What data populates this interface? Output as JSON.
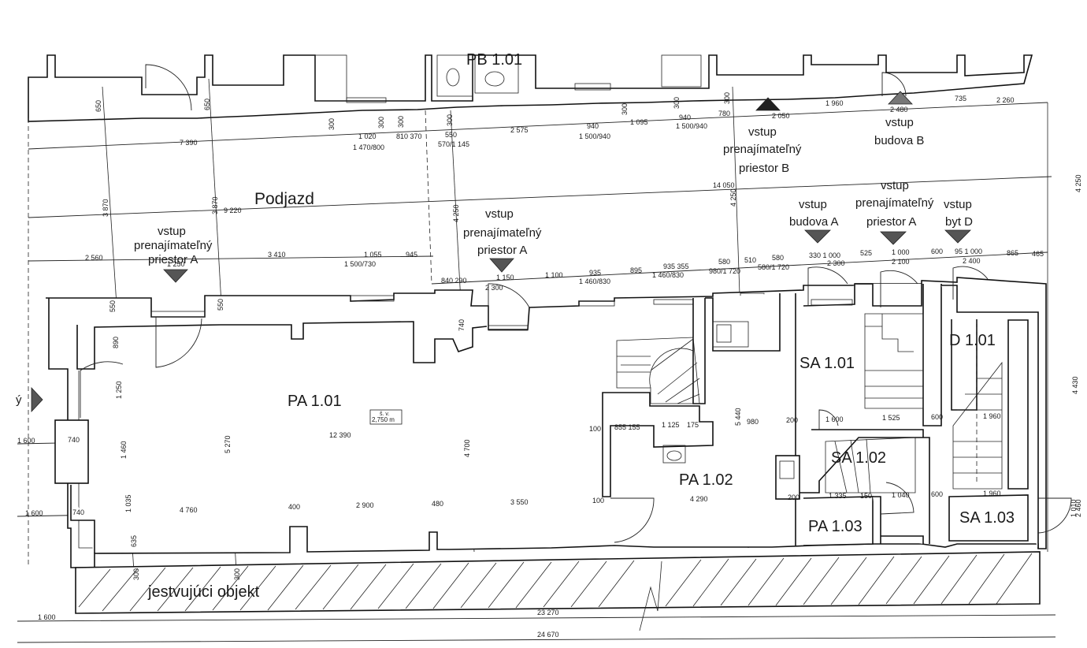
{
  "rooms": {
    "pa101": "PA 1.01",
    "pa102": "PA 1.02",
    "pa103": "PA 1.03",
    "sa101": "SA 1.01",
    "sa102": "SA 1.02",
    "sa103": "SA 1.03",
    "d101": "D 1.01",
    "pb101": "PB 1.01",
    "podjazd": "Podjazd",
    "existing": "jestvujúci objekt"
  },
  "entrances": {
    "vstup": "vstup",
    "prenaj_a": "prenajímateľný",
    "priestor_a": "priestor A",
    "prenaj_b": "prenajímateľný",
    "priestor_b": "priestor B",
    "budova_a": "budova A",
    "budova_b": "budova B",
    "byt_d": "byt D",
    "left_edge": "ý"
  },
  "level_note": {
    "sv": "š. v.",
    "value": "2,750 m"
  },
  "dims": {
    "d7390": "7 390",
    "d1020": "1 020",
    "d1470_800": "1 470/800",
    "d810_370": "810 370",
    "d550": "550",
    "d570_1145": "570/1 145",
    "d2575": "2 575",
    "d940a": "940",
    "d1500_940a": "1 500/940",
    "d1095": "1 095",
    "d940b": "940",
    "d1500_940b": "1 500/940",
    "d780": "780",
    "d2050": "2 050",
    "d1960a": "1 960",
    "d2480": "2 480",
    "d735": "735",
    "d2260": "2 260",
    "d9220": "9 220",
    "d14050": "14 050",
    "d2560": "2 560",
    "d1250": "1 250",
    "d3410": "3 410",
    "d1055": "1 055",
    "d1500_730": "1 500/730",
    "d945": "945",
    "d840_290": "840 290",
    "d1150": "1 150",
    "d2300a": "2 300",
    "d1100": "1 100",
    "d935a": "935",
    "d1460_830a": "1 460/830",
    "d895": "895",
    "d935_355": "935 355",
    "d1460_830b": "1 460/830",
    "d580a": "580",
    "d980_1720a": "980/1 720",
    "d510": "510",
    "d580b": "580",
    "d580_1720": "580/1 720",
    "d330_1000": "330 1 000",
    "d2300b": "2 300",
    "d525": "525",
    "d1000": "1 000",
    "d2100": "2 100",
    "d600a": "600",
    "d95_1000": "95 1 000",
    "d2400": "2 400",
    "d865": "865",
    "d465": "465",
    "d650a": "650",
    "d650b": "650",
    "d300a": "300",
    "d300b": "300",
    "d300c": "300",
    "d300d": "300",
    "d300e": "300",
    "d300f": "300",
    "d3870a": "3 870",
    "d3870b": "3 870",
    "d4250a": "4 250",
    "d4250b": "4 250",
    "d550a": "550",
    "d550b": "550",
    "d890": "890",
    "d1250v": "1 250",
    "d740v": "740",
    "d1460": "1 460",
    "d1035": "1 035",
    "d635": "635",
    "d5270": "5 270",
    "d4700": "4 700",
    "d5440": "5 440",
    "d1600a": "1 600",
    "d740a": "740",
    "d12390": "12 390",
    "d100a": "100",
    "d855_155": "855 155",
    "d1125": "1 125",
    "d175": "175",
    "d980": "980",
    "d200a": "200",
    "d1600b": "1 600",
    "d1525": "1 525",
    "d600b": "600",
    "d1960b": "1 960",
    "d1600c": "1 600",
    "d740b": "740",
    "d4760": "4 760",
    "d400": "400",
    "d2900": "2 900",
    "d480": "480",
    "d3550": "3 550",
    "d100b": "100",
    "d4290": "4 290",
    "d200b": "200",
    "d1335": "1 335",
    "d150": "150",
    "d1040": "1 040",
    "d600c": "600",
    "d1960c": "1 960",
    "d300g": "300",
    "d300h": "300",
    "d1600d": "1 600",
    "d23270": "23 270",
    "d24670": "24 670",
    "d1010": "1 010",
    "d2460": "2 460",
    "d300r": "300",
    "d4430": "4 430",
    "d4250r": "4 250"
  }
}
